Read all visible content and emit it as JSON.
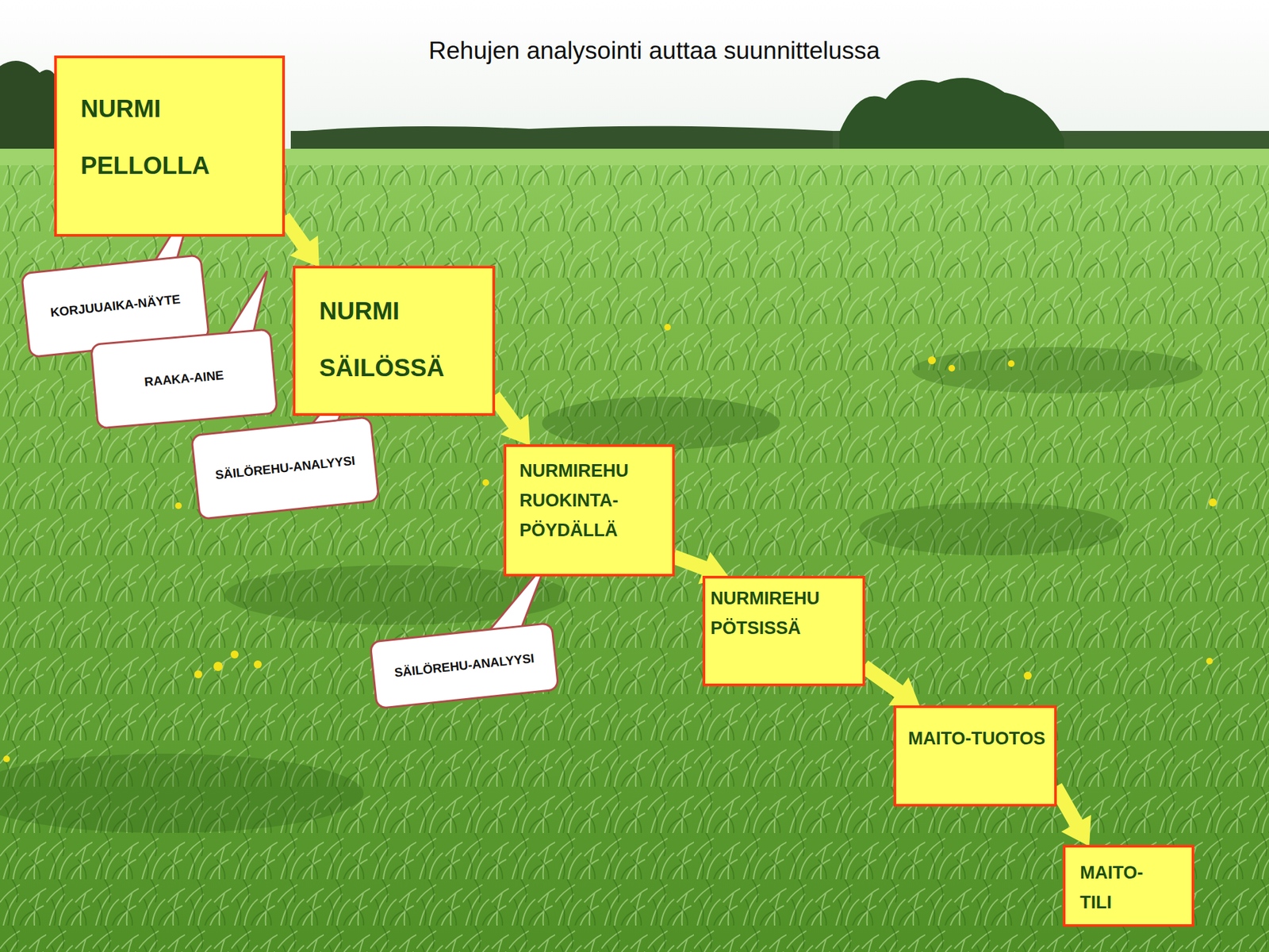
{
  "diagram": {
    "title": "Rehujen analysointi auttaa suunnittelussa",
    "nodes": [
      {
        "text": [
          "NURMI PELLOLLA"
        ]
      },
      {
        "text": [
          "KORJUUAIKA-NÄYTE"
        ]
      },
      {
        "text": [
          "RAAKA-AINE"
        ]
      },
      {
        "text": [
          "NURMI SÄILÖSSÄ"
        ]
      },
      {
        "text": [
          "SÄILÖREHU-ANALYYSI"
        ]
      },
      {
        "text": [
          "NURMIREHU RUOKINTA-PÖYDÄLLÄ"
        ]
      },
      {
        "text": [
          "SÄILÖREHU-ANALYYSI"
        ]
      },
      {
        "text": [
          "NURMIREHU PÖTSISSÄ"
        ]
      },
      {
        "text": [
          "MAITO-TUOTOS"
        ]
      },
      {
        "text": [
          "MAITO-TILI"
        ]
      }
    ],
    "edges": [
      {
        "from": 0,
        "to": 3,
        "arrow": "to"
      },
      {
        "from": 3,
        "to": 5,
        "arrow": "to"
      },
      {
        "from": 5,
        "to": 7,
        "arrow": "to"
      },
      {
        "from": 7,
        "to": 8,
        "arrow": "to"
      },
      {
        "from": 8,
        "to": 9,
        "arrow": "to"
      }
    ]
  }
}
